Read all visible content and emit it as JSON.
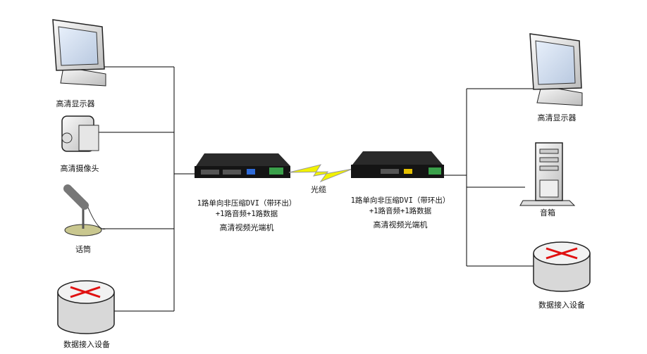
{
  "left": {
    "monitor_label": "高清显示器",
    "camera_label": "高清摄像头",
    "microphone_label": "话筒",
    "router_label": "数据接入设备"
  },
  "center": {
    "cable_label": "光缆",
    "left_device": {
      "line1": "1路单向非压缩DVI（带环出）",
      "line2": "+1路音频+1路数据",
      "name": "高清视频光端机"
    },
    "right_device": {
      "line1": "1路单向非压缩DVI（带环出）",
      "line2": "+1路音频+1路数据",
      "name": "高清视频光端机"
    }
  },
  "right": {
    "monitor_label": "高清显示器",
    "speaker_label": "音箱",
    "router_label": "数据接入设备"
  },
  "colors": {
    "line": "#000000",
    "cable": "#f2f200",
    "device": "#141414",
    "router_arrow": "#e01010"
  }
}
